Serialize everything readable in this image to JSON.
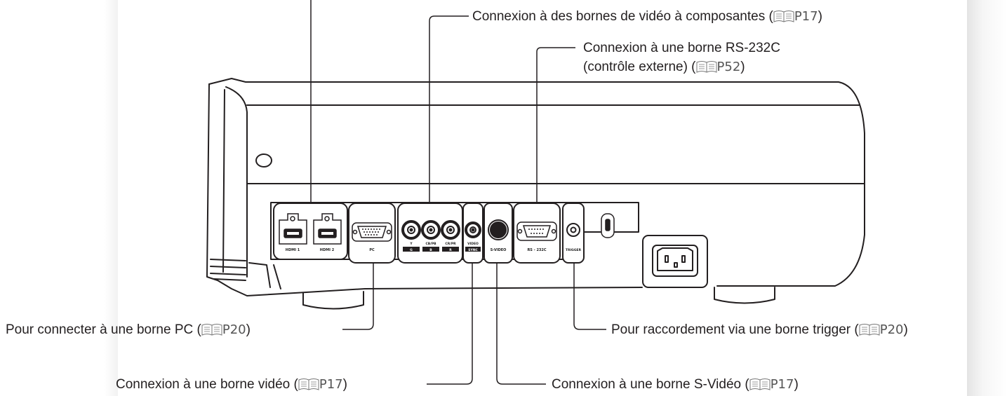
{
  "labels": {
    "component": {
      "text": "Connexion à des bornes de vidéo à composantes (",
      "page": "P17",
      "close": ")"
    },
    "rs232_line1": {
      "text": "Connexion à une borne RS-232C"
    },
    "rs232_line2": {
      "text": "(contrôle externe) (",
      "page": "P52",
      "close": ")"
    },
    "pc": {
      "text": "Pour connecter à une borne PC (",
      "page": "P20",
      "close": ")"
    },
    "trigger": {
      "text": "Pour raccordement via une borne trigger (",
      "page": "P20",
      "close": ")"
    },
    "video": {
      "text": "Connexion à une borne vidéo (",
      "page": "P17",
      "close": ")"
    },
    "svideo": {
      "text": "Connexion à une borne S-Vidéo (",
      "page": "P17",
      "close": ")"
    }
  },
  "panel": {
    "hdmi1": "HDMI 1",
    "hdmi2": "HDMI 2",
    "pc": "PC",
    "y": "Y",
    "cb": "CB/PB",
    "cr": "CR/PR",
    "g": "G",
    "b": "B",
    "r": "R",
    "video": "VIDEO",
    "sync": "SYNC",
    "svideo": "S-VIDEO",
    "rs232": "RS - 232C",
    "trigger": "TRIGGER"
  },
  "icons": [
    "manual-book-icon"
  ]
}
